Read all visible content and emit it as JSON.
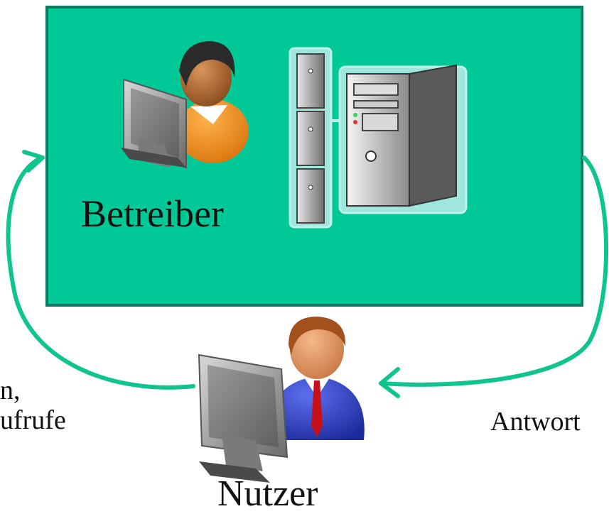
{
  "operator": {
    "label": "Betreiber"
  },
  "user": {
    "label": "Nutzer"
  },
  "left_flow": {
    "line1": "n,",
    "line2": "ufrufe"
  },
  "right_flow": {
    "label": "Antwort"
  },
  "colors": {
    "box_fill": "#00C896",
    "box_border": "#0E7A62",
    "arrow": "#10C490",
    "text": "#111111"
  },
  "icons": [
    "operator-person-icon",
    "computer-monitor-icon",
    "server-rack-icon",
    "server-tower-icon",
    "user-person-icon"
  ]
}
